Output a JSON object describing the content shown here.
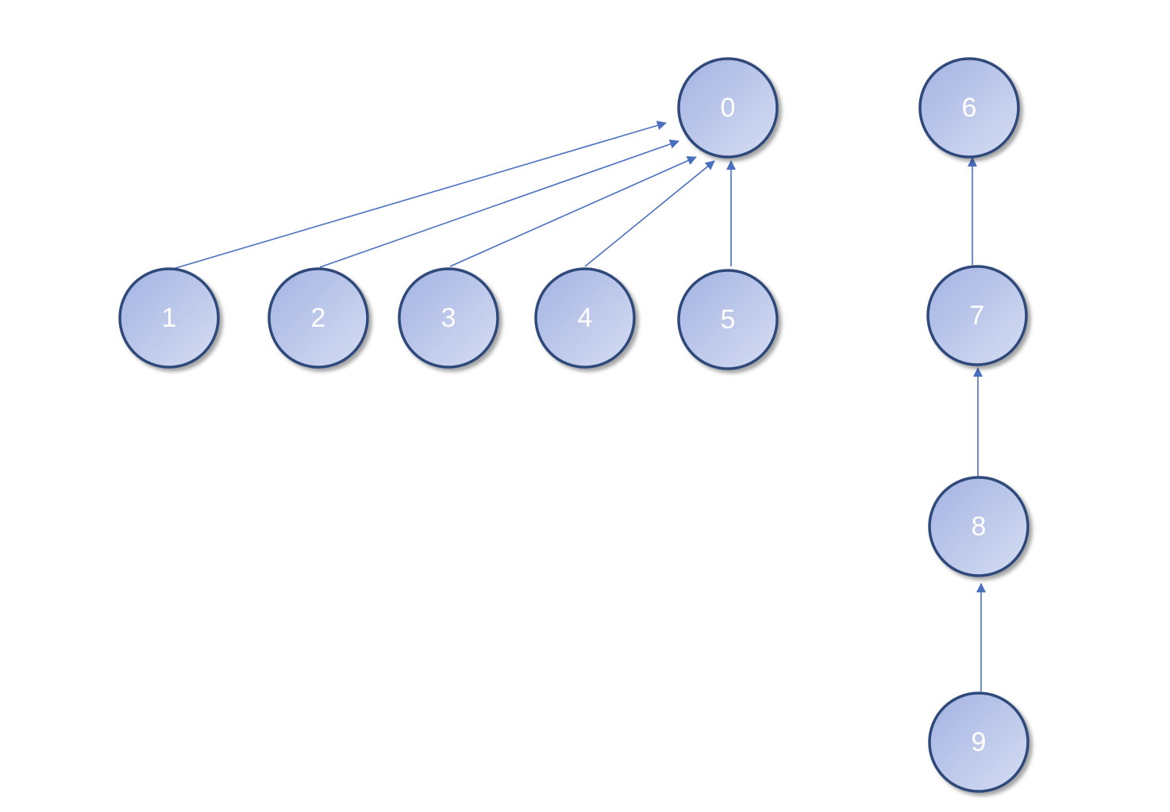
{
  "diagram": {
    "type": "directed-graph",
    "colors": {
      "node_stroke": "#2F4A7A",
      "node_fill_light": "#D6DDF2",
      "node_fill_dark": "#A3B3E3",
      "edge": "#4A6FBF",
      "label": "#FFFFFF",
      "background": "#FFFFFF"
    },
    "nodes": [
      {
        "id": "0",
        "label": "0"
      },
      {
        "id": "1",
        "label": "1"
      },
      {
        "id": "2",
        "label": "2"
      },
      {
        "id": "3",
        "label": "3"
      },
      {
        "id": "4",
        "label": "4"
      },
      {
        "id": "5",
        "label": "5"
      },
      {
        "id": "6",
        "label": "6"
      },
      {
        "id": "7",
        "label": "7"
      },
      {
        "id": "8",
        "label": "8"
      },
      {
        "id": "9",
        "label": "9"
      }
    ],
    "edges": [
      {
        "from": "1",
        "to": "0"
      },
      {
        "from": "2",
        "to": "0"
      },
      {
        "from": "3",
        "to": "0"
      },
      {
        "from": "4",
        "to": "0"
      },
      {
        "from": "5",
        "to": "0"
      },
      {
        "from": "7",
        "to": "6"
      },
      {
        "from": "8",
        "to": "7"
      },
      {
        "from": "9",
        "to": "8"
      }
    ]
  }
}
